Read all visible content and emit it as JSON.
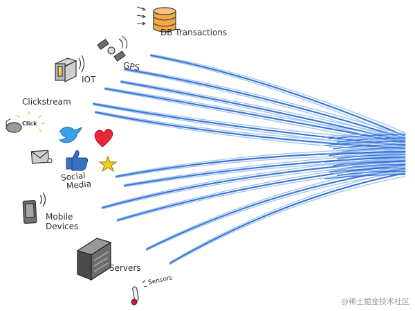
{
  "labels": {
    "db": "DB Transactions",
    "iot": "IOT",
    "gps": "GPS",
    "clickstream": "Clickstream",
    "click": "Click",
    "social_line1": "Social",
    "social_line2": "Media",
    "mobile_line1": "Mobile",
    "mobile_line2": "Devices",
    "servers": "Servers",
    "sensors": "Sensors"
  },
  "watermark": "@稀土掘金技术社区",
  "colors": {
    "stream": "#2f6fd6",
    "stream_light": "#8fb6ee",
    "ink": "#2b2b2b",
    "db_orange": "#f0a848",
    "twitter_blue": "#3aa0e8",
    "heart_red": "#e8283c",
    "star_yellow": "#f3d21a",
    "thumb_blue": "#3b6fc4"
  }
}
